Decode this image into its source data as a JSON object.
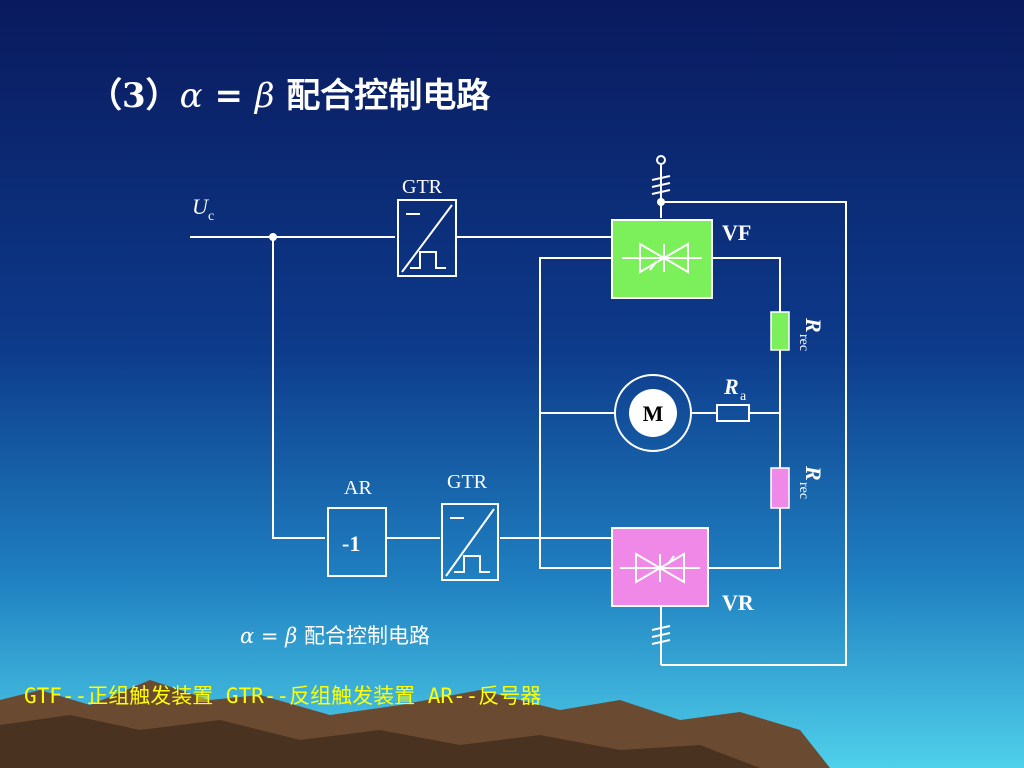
{
  "title": {
    "prefix": "（3）",
    "alpha": "α",
    "equals": " = ",
    "beta": "β",
    "suffix": " 配合控制电路"
  },
  "diagram": {
    "input_label": "U",
    "input_sub": "c",
    "gtr_top_label": "GTR",
    "gtr_bottom_label": "GTR",
    "ar_label": "AR",
    "ar_block": "-1",
    "vf_label": "VF",
    "vr_label": "VR",
    "motor_label": "M",
    "rrec_top": "R",
    "rrec_top_sub": "rec",
    "rrec_bottom": "R",
    "rrec_bottom_sub": "rec",
    "ra": "R",
    "ra_sub": "a",
    "colors": {
      "wire": "#ffffff",
      "vf_fill": "#7cf05a",
      "vr_fill": "#f088e8",
      "rrec_top_fill": "#7cf05a",
      "rrec_bottom_fill": "#f088e8"
    }
  },
  "caption": {
    "alpha": "α",
    "equals": " = ",
    "beta": "β",
    "text": " 配合控制电路"
  },
  "legend": {
    "text": "GTF--正组触发装置  GTR--反组触发装置  AR--反号器"
  }
}
